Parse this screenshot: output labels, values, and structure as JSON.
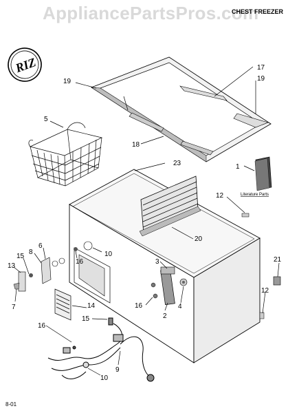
{
  "header": {
    "watermark": "AppliancePartsPros.com",
    "title": "CHEST FREEZER"
  },
  "logo": {
    "text": "RIZ"
  },
  "footer": {
    "date_code": "8-01"
  },
  "literature_label": "Literature Parts",
  "callouts": {
    "c1": "1",
    "c2": "2",
    "c3": "3",
    "c4": "4",
    "c5": "5",
    "c6": "6",
    "c7": "7",
    "c8": "8",
    "c9": "9",
    "c10a": "10",
    "c10b": "10",
    "c12a": "12",
    "c12b": "12",
    "c13": "13",
    "c14": "14",
    "c15a": "15",
    "c15b": "15",
    "c16a": "16",
    "c16b": "16",
    "c16c": "16",
    "c17": "17",
    "c18": "18",
    "c19a": "19",
    "c19b": "19",
    "c20": "20",
    "c21": "21",
    "c23": "23"
  }
}
